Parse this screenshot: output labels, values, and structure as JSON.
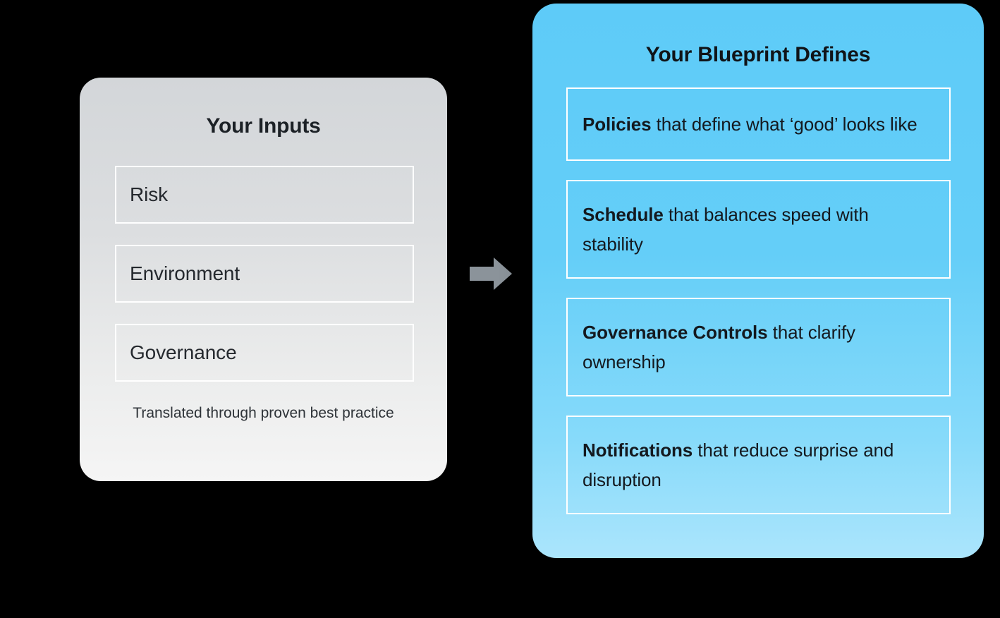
{
  "background_color": "#000000",
  "inputs_panel": {
    "title": "Your Inputs",
    "accent_border_color": "#ffffff",
    "gradient_from": "#d3d6d9",
    "gradient_to": "#f5f5f5",
    "fields": [
      {
        "label": "Risk"
      },
      {
        "label": "Environment"
      },
      {
        "label": "Governance"
      }
    ],
    "footnote": "Translated through proven best practice"
  },
  "flow": {
    "arrow_icon": "arrow-right-icon",
    "arrow_color": "#8b939a"
  },
  "blueprint_panel": {
    "title": "Your Blueprint Defines",
    "accent_border_color": "#ffffff",
    "gradient_from": "#5ecbf8",
    "gradient_to": "#abe5fc",
    "items": [
      {
        "emphasis": "Policies",
        "rest": " that define what ‘good’ looks like"
      },
      {
        "emphasis": "Schedule",
        "rest": " that balances speed with stability"
      },
      {
        "emphasis": "Governance Controls",
        "rest": " that clarify ownership"
      },
      {
        "emphasis": "Notifications",
        "rest": " that reduce surprise and disruption"
      }
    ]
  }
}
